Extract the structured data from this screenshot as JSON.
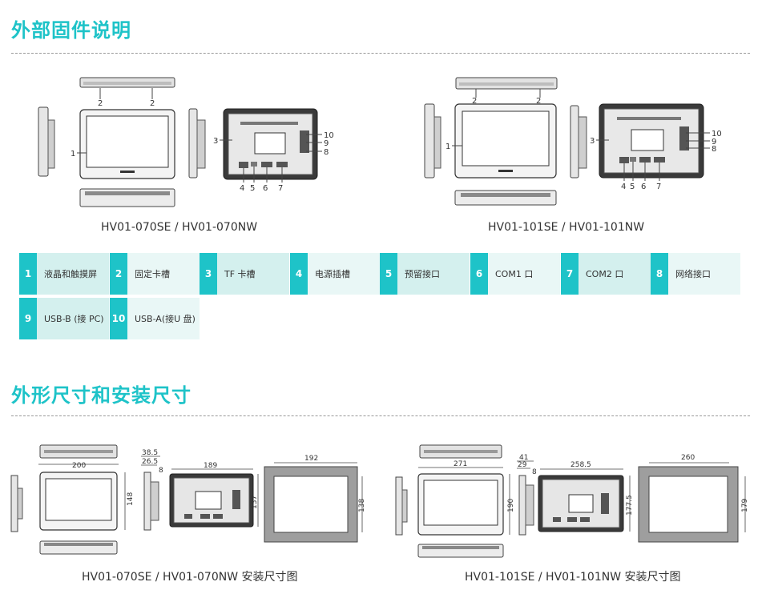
{
  "section1_title": "外部固件说明",
  "section2_title": "外形尺寸和安装尺寸",
  "model_caption_070": "HV01-070SE / HV01-070NW",
  "model_caption_101": "HV01-101SE / HV01-101NW",
  "install_caption_070": "HV01-070SE / HV01-070NW 安装尺寸图",
  "install_caption_101": "HV01-101SE / HV01-101NW 安装尺寸图",
  "parts": [
    {
      "num": "1",
      "label": "液晶和触摸屏"
    },
    {
      "num": "2",
      "label": "固定卡槽"
    },
    {
      "num": "3",
      "label": "TF 卡槽"
    },
    {
      "num": "4",
      "label": "电源插槽"
    },
    {
      "num": "5",
      "label": "预留接口"
    },
    {
      "num": "6",
      "label": "COM1 口"
    },
    {
      "num": "7",
      "label": "COM2 口"
    },
    {
      "num": "8",
      "label": "网络接口"
    },
    {
      "num": "9",
      "label": "USB-B (接 PC)"
    },
    {
      "num": "10",
      "label": "USB-A(接U 盘)"
    }
  ],
  "callouts": {
    "n1": "1",
    "n2": "2",
    "n3": "3",
    "n4": "4",
    "n5": "5",
    "n6": "6",
    "n7": "7",
    "n8": "8",
    "n9": "9",
    "n10": "10"
  },
  "dims_070": {
    "width": "200",
    "height": "148",
    "depth_total": "38.5",
    "depth_body": "26.5",
    "bezel": "8",
    "rear_width": "189",
    "rear_height": "137",
    "cutout_width": "192",
    "cutout_height": "138"
  },
  "dims_101": {
    "width": "271",
    "height": "190",
    "depth_total": "41",
    "depth_body": "29",
    "bezel": "8",
    "rear_width": "258.5",
    "rear_height": "177.5",
    "cutout_width": "260",
    "cutout_height": "179"
  },
  "colors": {
    "accent": "#1ec3c8",
    "cell_dark": "#d4f0ee",
    "cell_light": "#e9f7f6"
  }
}
